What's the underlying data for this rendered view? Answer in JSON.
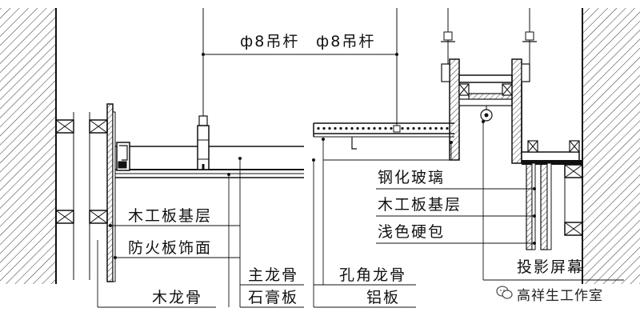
{
  "labels": {
    "rod_left": "ф8吊杆",
    "rod_right": "ф8吊杆",
    "wood_base_left": "木工板基层",
    "fireproof_board": "防火板饰面",
    "wood_keel": "木龙骨",
    "main_keel": "主龙骨",
    "gypsum_board": "石膏板",
    "perforated_keel": "孔角龙骨",
    "aluminum_panel": "铝板",
    "tempered_glass": "钢化玻璃",
    "wood_base_right": "木工板基层",
    "light_hard_pack": "浅色硬包",
    "projection_screen": "投影屏幕"
  },
  "watermark": {
    "text": "高祥生工作室",
    "icon": "wechat-icon"
  }
}
